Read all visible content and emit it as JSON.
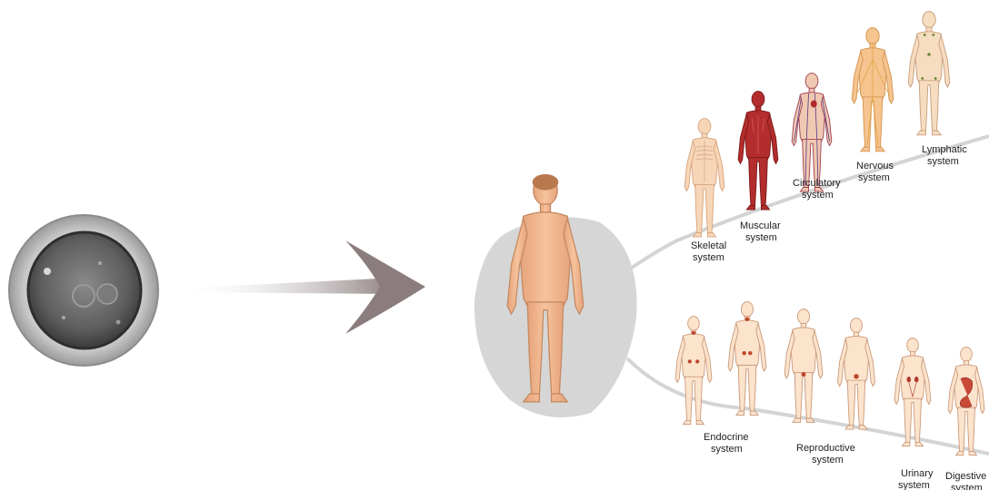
{
  "labels": {
    "skeletal": [
      "Skeletal",
      "system"
    ],
    "muscular": [
      "Muscular",
      "system"
    ],
    "circulatory": [
      "Circulatory",
      "system"
    ],
    "nervous": [
      "Nervous",
      "system"
    ],
    "lymphatic": [
      "Lymphatic",
      "system"
    ],
    "endocrine": [
      "Endocrine",
      "system"
    ],
    "reproductive": [
      "Reproductive",
      "system"
    ],
    "urinary": [
      "Urinary",
      "system"
    ],
    "digestive": [
      "Digestive",
      "system"
    ]
  },
  "colors": {
    "skin": "#f2b98c",
    "skin_stroke": "#c98a60",
    "muscle": "#b82a2a",
    "arrow": "#7a6a6a",
    "blob": "#d9d9d9",
    "cell": "#6e6e6e"
  }
}
